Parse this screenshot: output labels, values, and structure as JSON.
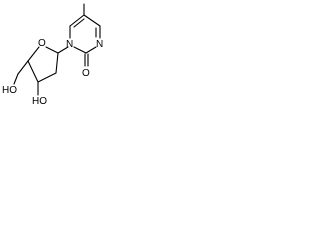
{
  "molecule": {
    "atoms": {
      "ring_oxygen": "O",
      "n1": "N",
      "n3": "N",
      "carbonyl_o": "O",
      "hydroxyl_3": "HO",
      "hydroxyl_5": "HO"
    },
    "colors": {
      "bond": "#000000",
      "text": "#000000",
      "background": "#ffffff"
    }
  }
}
